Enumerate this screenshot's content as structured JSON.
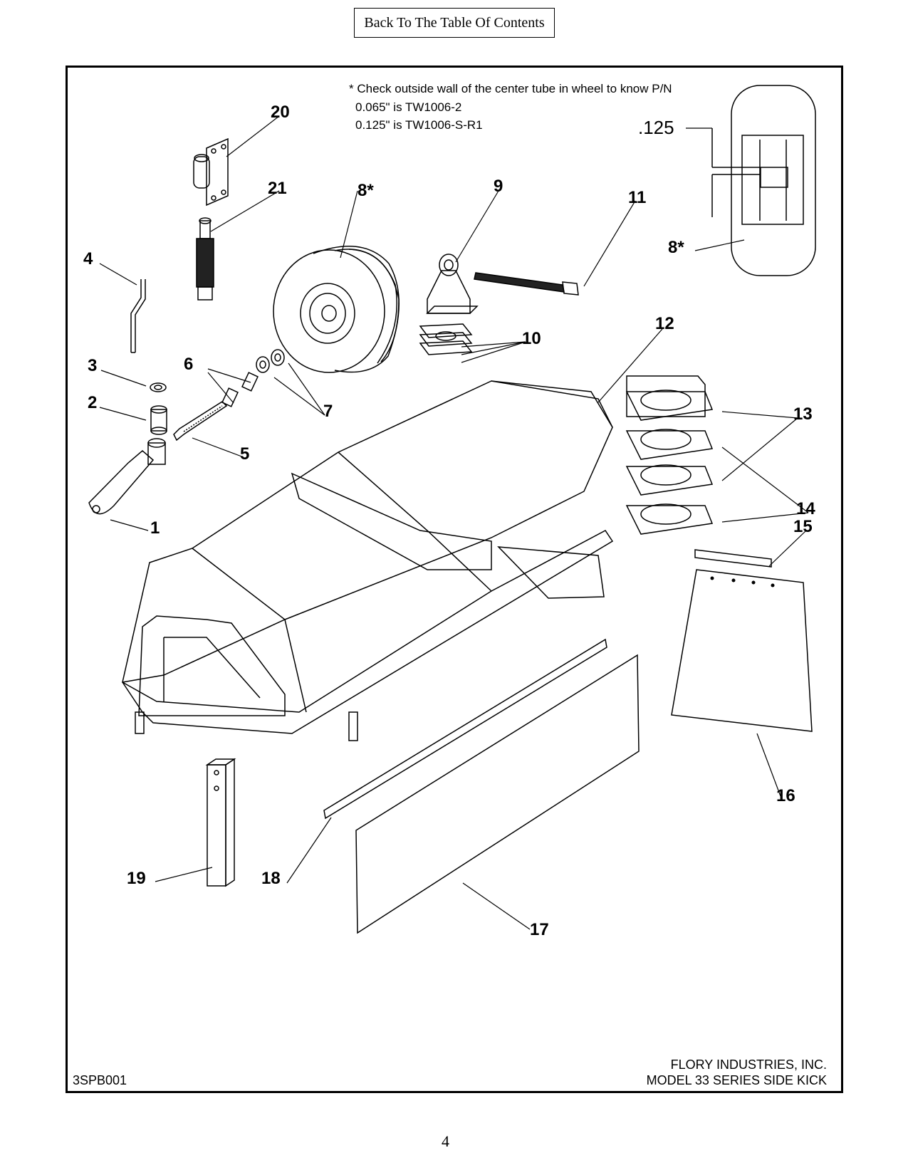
{
  "header": {
    "toc_link": "Back To The Table Of Contents"
  },
  "note": {
    "line1": "* Check outside wall of the center tube in wheel to know P/N",
    "line2": "0.065\" is TW1006-2",
    "line3": "0.125\" is TW1006-S-R1"
  },
  "dimension": ".125",
  "callouts": {
    "c1": "1",
    "c2": "2",
    "c3": "3",
    "c4": "4",
    "c5": "5",
    "c6": "6",
    "c7": "7",
    "c8a": "8*",
    "c8b": "8*",
    "c9": "9",
    "c10": "10",
    "c11": "11",
    "c12": "12",
    "c13": "13",
    "c14": "14",
    "c15": "15",
    "c16": "16",
    "c17": "17",
    "c18": "18",
    "c19": "19",
    "c20": "20",
    "c21": "21"
  },
  "footer": {
    "drawing_id": "3SPB001",
    "company": "FLORY INDUSTRIES, INC.",
    "model": "MODEL 33 SERIES SIDE KICK"
  },
  "page_number": "4"
}
